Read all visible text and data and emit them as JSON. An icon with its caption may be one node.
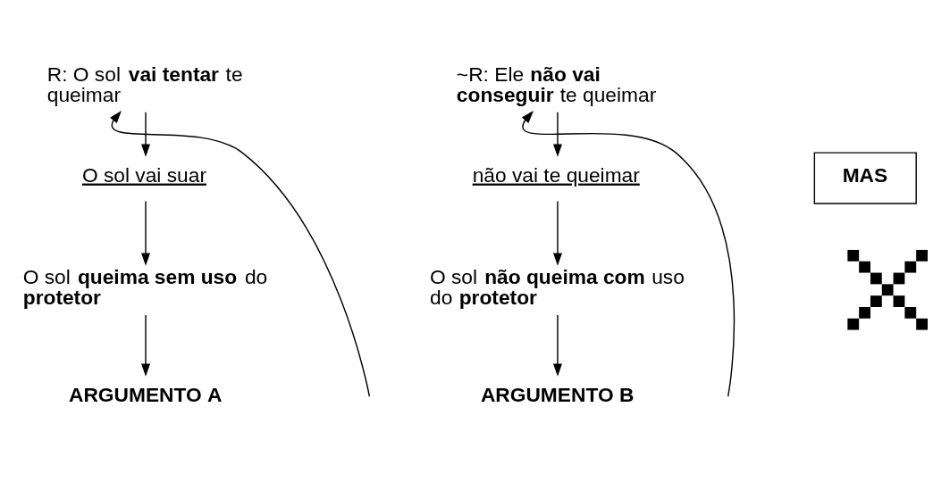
{
  "diagram": {
    "nodes": [
      {
        "text": [
          "R: O sol **vai tentar** te queimar"
        ]
      },
      {
        "text": [
          "O sol vai suar"
        ]
      },
      {
        "text": [
          "O sol **queima sem uso** do **protetor**"
        ]
      },
      {
        "text": [
          "ARGUMENTO A"
        ]
      },
      {
        "text": [
          "MAS"
        ]
      },
      {
        "text": [],
        "shape": "cross"
      },
      {
        "text": [
          "~R: Ele **não vai conseguir** te queimar"
        ]
      },
      {
        "text": [
          "não vai te queimar"
        ]
      },
      {
        "text": [
          "O sol **não queima com** uso do **protetor**"
        ]
      },
      {
        "text": [
          "ARGUMENTO B"
        ]
      }
    ],
    "edges": [
      {
        "from": 0,
        "to": 1,
        "arrow": "to"
      },
      {
        "from": 1,
        "to": 2,
        "arrow": "to"
      },
      {
        "from": 2,
        "to": 3,
        "arrow": "to"
      },
      {
        "from": null,
        "to": 0,
        "arrow": "to"
      },
      {
        "from": 6,
        "to": 7,
        "arrow": "to"
      },
      {
        "from": 7,
        "to": 8,
        "arrow": "to"
      },
      {
        "from": 8,
        "to": 9,
        "arrow": "to"
      },
      {
        "from": null,
        "to": 6,
        "arrow": "to"
      }
    ]
  }
}
